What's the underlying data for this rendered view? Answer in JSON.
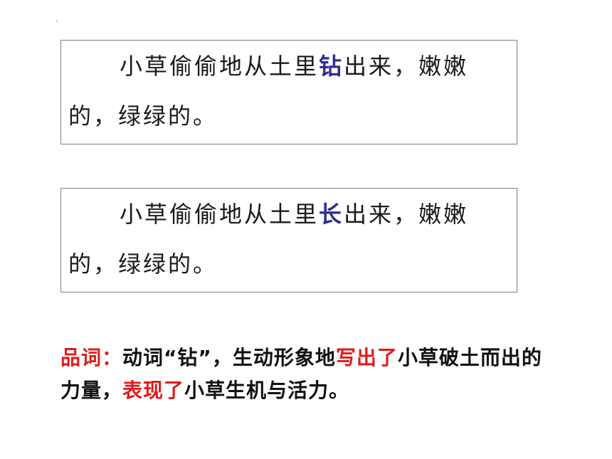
{
  "slide": {
    "dot": ".",
    "sentence1": {
      "before": "小草偷偷地从土里",
      "verb": "钻",
      "after": "出来，嫩嫩的，绿绿的。"
    },
    "sentence2": {
      "before": "小草偷偷地从土里",
      "verb": "长",
      "after": "出来，嫩嫩的，绿绿的。"
    },
    "note": {
      "label": "品词：",
      "part1": "动词“钻”，生动形象地",
      "highlight1": "写出了",
      "part2": "小草破土而出的力量，",
      "highlight2": "表现了",
      "part3": "小草生机与活力。"
    },
    "colors": {
      "highlight_verb": "#2e2e8f",
      "emphasis_red": "#e11b1b"
    }
  }
}
